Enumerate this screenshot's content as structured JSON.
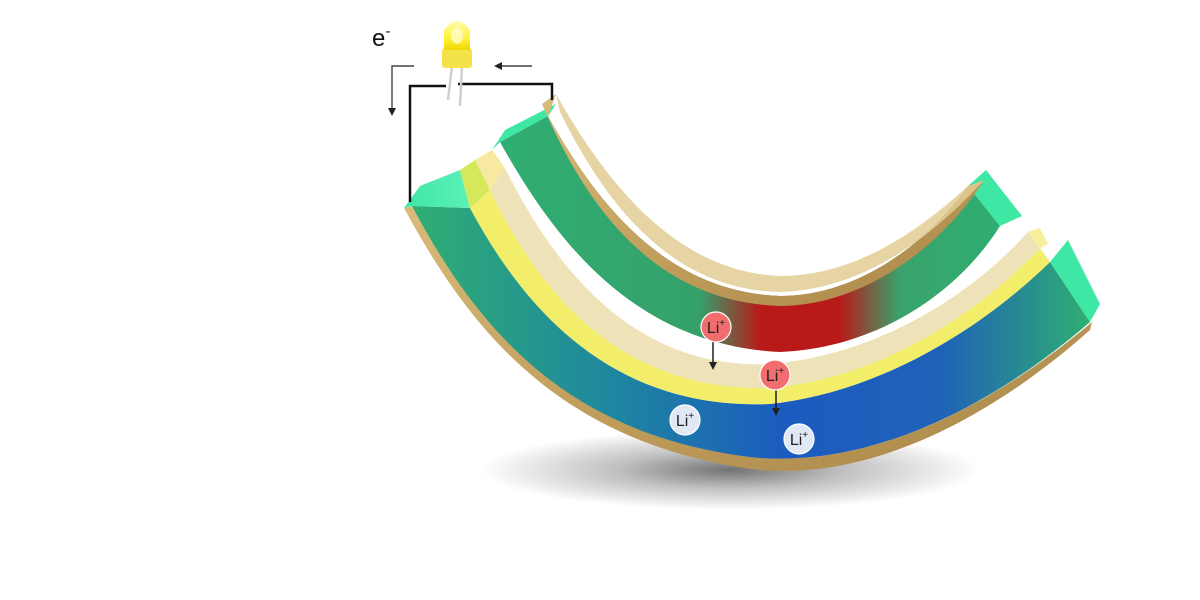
{
  "electron_label": {
    "base": "e",
    "sup": "-"
  },
  "ion_labels": [
    {
      "base": "Li",
      "sup": "+",
      "color": "#f26d6d"
    },
    {
      "base": "Li",
      "sup": "+",
      "color": "#f26d6d"
    },
    {
      "base": "Li",
      "sup": "+",
      "color": "#dfe8f3"
    },
    {
      "base": "Li",
      "sup": "+",
      "color": "#dfe8f3"
    }
  ],
  "colors": {
    "cathode_mid": "#b81a1a",
    "anode_blue": "#1c5bbf",
    "electrode_green": "#2fae72",
    "electrolyte_yellow": "#f2ee6a",
    "separator_beige": "#ede0b4",
    "collector_gold": "#c8a868",
    "led_yellow": "#fff23a",
    "wire": "#111111"
  }
}
